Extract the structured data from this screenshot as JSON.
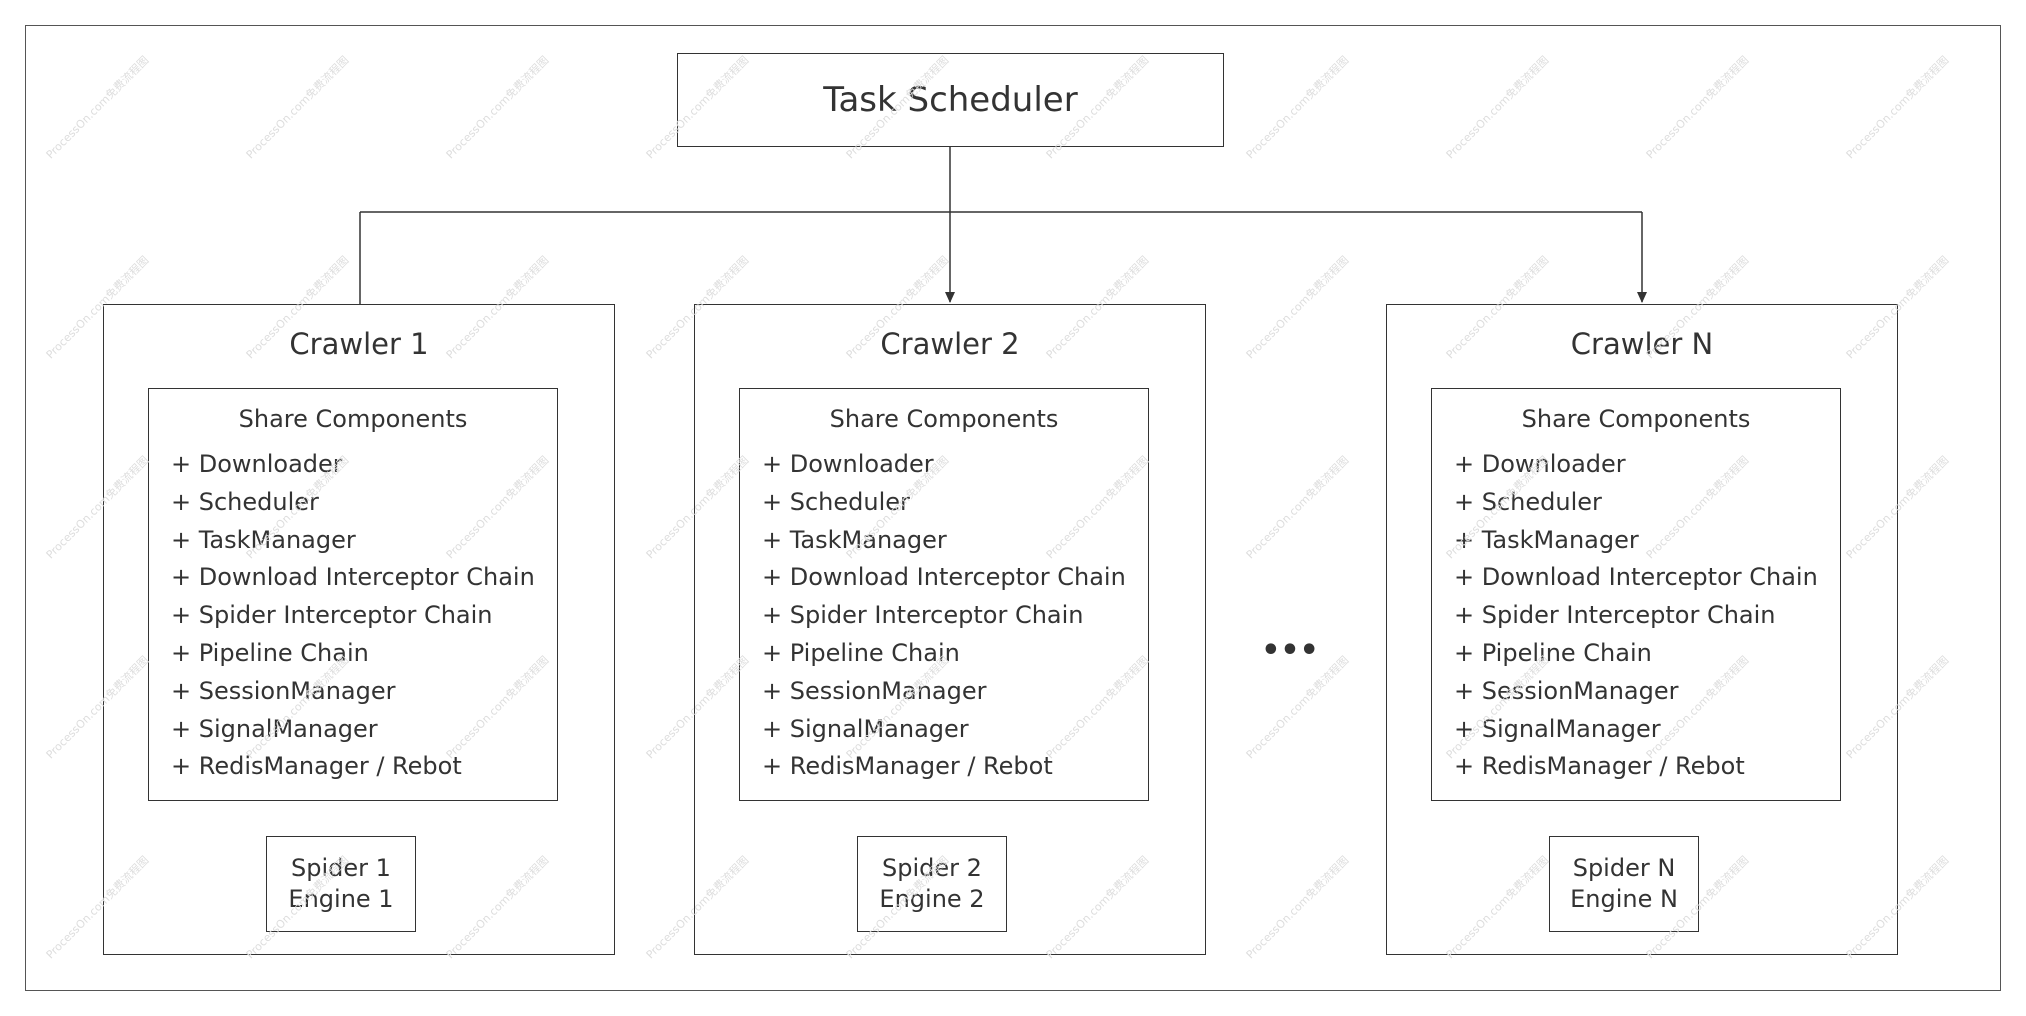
{
  "scheduler": {
    "label": "Task Scheduler"
  },
  "crawlers": [
    {
      "title": "Crawler 1",
      "share_title": "Share Components",
      "items": [
        "+ Downloader",
        "+ Scheduler",
        "+ TaskManager",
        "+ Download Interceptor Chain",
        "+ Spider Interceptor Chain",
        "+ Pipeline Chain",
        "+ SessionManager",
        "+ SignalManager",
        "+ RedisManager / Rebot"
      ],
      "engine_lines": [
        "Spider 1",
        "Engine 1"
      ]
    },
    {
      "title": "Crawler 2",
      "share_title": "Share Components",
      "items": [
        "+ Downloader",
        "+ Scheduler",
        "+ TaskManager",
        "+ Download Interceptor Chain",
        "+ Spider Interceptor Chain",
        "+ Pipeline Chain",
        "+ SessionManager",
        "+ SignalManager",
        "+ RedisManager / Rebot"
      ],
      "engine_lines": [
        "Spider 2",
        "Engine 2"
      ]
    },
    {
      "title": "Crawler N",
      "share_title": "Share Components",
      "items": [
        "+ Downloader",
        "+ Scheduler",
        "+ TaskManager",
        "+ Download Interceptor Chain",
        "+ Spider Interceptor Chain",
        "+ Pipeline Chain",
        "+ SessionManager",
        "+ SignalManager",
        "+ RedisManager / Rebot"
      ],
      "engine_lines": [
        "Spider N",
        "Engine N"
      ]
    }
  ],
  "ellipsis": "•••",
  "watermark": "ProcessOn.com免费流程图",
  "colors": {
    "line": "#333333",
    "frame": "#555555",
    "text": "#333333",
    "watermark": "#dddddd"
  }
}
